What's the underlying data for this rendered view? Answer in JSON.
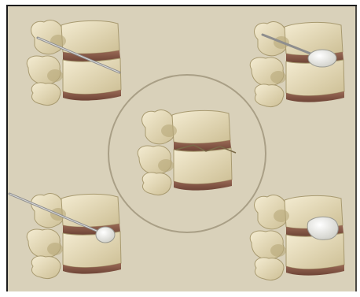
{
  "figure": {
    "panels": [
      {
        "id": "top-left",
        "step": "needle-insertion"
      },
      {
        "id": "top-right",
        "step": "balloon-inflated"
      },
      {
        "id": "center",
        "step": "fractured-vertebra"
      },
      {
        "id": "bottom-left",
        "step": "balloon-insertion"
      },
      {
        "id": "bottom-right",
        "step": "cement-filled"
      }
    ],
    "colors": {
      "background": "#d9d1ba",
      "border": "#1c1c1c",
      "bone": "#ece3c4",
      "bone_shadow": "#c9bb8f",
      "disc": "#8a5a4a",
      "circle": "#a99f86",
      "instrument": "#8e8e8e",
      "balloon": "#f4f4f0"
    }
  }
}
